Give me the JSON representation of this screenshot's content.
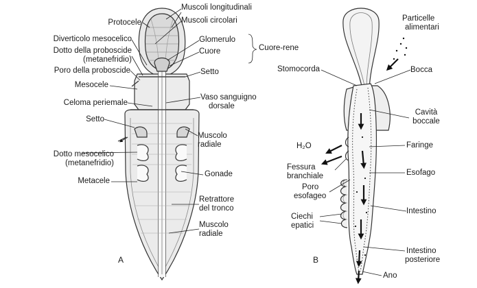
{
  "panel_a": {
    "letter": "A",
    "labels": {
      "muscoli_longitudinali": "Muscoli longitudinali",
      "muscoli_circolari": "Muscoli circolari",
      "glomerulo": "Glomerulo",
      "cuore": "Cuore",
      "cuore_rene": "Cuore-rene",
      "protocele": "Protocele",
      "diverticolo": "Diverticolo mesocelico",
      "dotto_proboscide_1": "Dotto della proboscide",
      "dotto_proboscide_2": "(metanefridio)",
      "poro_proboscide": "Poro della proboscide",
      "setto_top": "Setto",
      "mesocele": "Mesocele",
      "vaso_1": "Vaso sanguigno",
      "vaso_2": "dorsale",
      "celoma": "Celoma periemale",
      "setto_mid": "Setto",
      "muscolo_radiale_1": "Muscolo",
      "muscolo_radiale_2": "radiale",
      "dotto_meso_1": "Dotto mesocelico",
      "dotto_meso_2": "(metanefridio)",
      "gonade": "Gonade",
      "metacele": "Metacele",
      "retrattore_1": "Retrattore",
      "retrattore_2": "del tronco",
      "muscolo_rad2_1": "Muscolo",
      "muscolo_rad2_2": "radiale"
    }
  },
  "panel_b": {
    "letter": "B",
    "labels": {
      "particelle_1": "Particelle",
      "particelle_2": "alimentari",
      "stomocorda": "Stomocorda",
      "bocca": "Bocca",
      "cavita_1": "Cavità",
      "cavita_2": "boccale",
      "h2o": "H₂O",
      "faringe": "Faringe",
      "fessura_1": "Fessura",
      "fessura_2": "branchiale",
      "esofago": "Esofago",
      "poro_eso_1": "Poro",
      "poro_eso_2": "esofageo",
      "ciechi_1": "Ciechi",
      "ciechi_2": "epatici",
      "intestino": "Intestino",
      "int_post_1": "Intestino",
      "int_post_2": "posteriore",
      "ano": "Ano"
    }
  }
}
